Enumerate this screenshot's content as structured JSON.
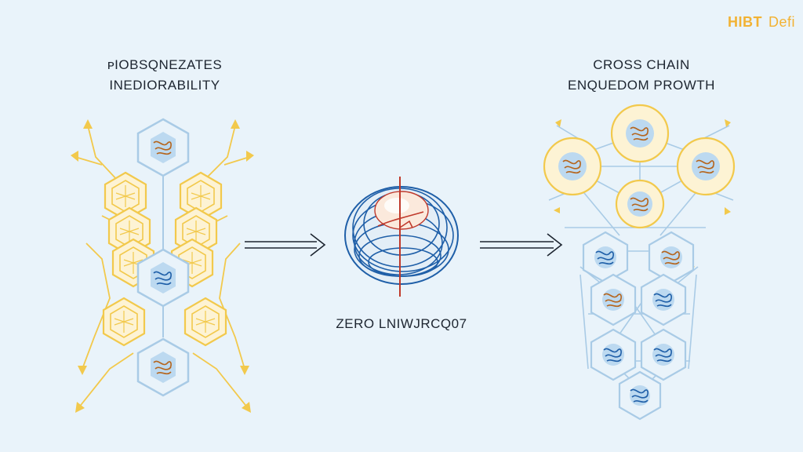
{
  "brand": {
    "primary": "HIBT",
    "secondary": "Defi"
  },
  "left_panel": {
    "title_lines": [
      "ᴘIOBSQNEZATES",
      "INEDIORABILITY"
    ]
  },
  "center_panel": {
    "label": "ZERO LNIWJRCQ07"
  },
  "right_panel": {
    "title_lines": [
      "CROSS CHAIN",
      "ENQUEDOM PROWTH"
    ]
  },
  "colors": {
    "background": "#e9f3fa",
    "gold": "#f2c94c",
    "blue_line": "#a9cbe6",
    "node_fill": "#bcd9f0",
    "ring_blue": "#1f5fa8",
    "accent_red": "#c0392b",
    "brand": "#f2b233"
  },
  "icons": [
    "double-arrow-right-icon",
    "hexagon-node-icon",
    "coiled-rings-icon"
  ]
}
